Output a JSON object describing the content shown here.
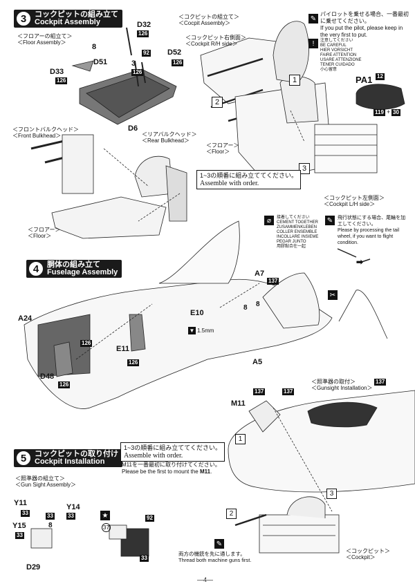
{
  "step3": {
    "num": "3",
    "title_jp": "コックピットの組み立て",
    "title_en": "Cockpit Assembly",
    "floor_jp": "＜フロアーの組立て＞",
    "floor_en": "＜Floor Assembly＞",
    "front_bulkhead_jp": "＜フロントバルクヘッド＞",
    "front_bulkhead_en": "＜Front Bulkhead＞",
    "rear_bulkhead_jp": "＜リアバルクヘッド＞",
    "rear_bulkhead_en": "＜Rear Bulkhead＞",
    "floor2_jp": "＜フロアー＞",
    "floor2_en": "＜Floor＞",
    "cockpit_assembly_jp": "＜コクピットの組立て＞",
    "cockpit_assembly_en": "＜Cocpit Assembly＞",
    "rh_side_jp": "＜コックピット右側面＞",
    "rh_side_en": "＜Cockpit R/H side＞",
    "floor3_jp": "＜フロアー＞",
    "floor3_en": "＜Floor＞",
    "lh_side_jp": "＜コックピット左側面＞",
    "lh_side_en": "＜Cockpit L/H side＞",
    "order_note_jp": "1~3の順番に組み立ててください。",
    "order_note_en": "Assemble with order.",
    "pilot_note_jp": "パイロットを乗せる場合、一番最初に乗せてください。",
    "pilot_note_en": "If you put the pilot, please keep in the very first to put.",
    "caution_lines": [
      "注意してください",
      "BE CAREFUL",
      "HIER VORSICHT",
      "FAIRE ATTENTION",
      "USARE ATTENZIONE",
      "TENER CUIDADO",
      "小心留意"
    ],
    "parts": {
      "d32": "D32",
      "d52": "D52",
      "d51": "D51",
      "d33": "D33",
      "d6": "D6",
      "p8": "8",
      "p3": "3",
      "pa1": "PA1"
    },
    "tags": {
      "t126a": "126",
      "t126b": "126",
      "t126c": "126",
      "t126d": "126",
      "t92": "92",
      "t12": "12",
      "t119": "119",
      "t30": "30",
      "plus": "+"
    },
    "seq": [
      "1",
      "2",
      "3"
    ]
  },
  "step4": {
    "num": "4",
    "title_jp": "胴体の組み立て",
    "title_en": "Fuselage Assembly",
    "cement_lines": [
      "接着してください",
      "CEMENT TOGETHER",
      "ZUSAMMENKLEBEN",
      "COLLER ENSEMBLE",
      "INCOLLARE INSIEME",
      "PEGAR JUNTO",
      "用膠黏合在一起"
    ],
    "tail_note_jp": "飛行状態にする場合、尾輪を加工してください。",
    "tail_note_en": "Please by processing the tail wheel, if you want to flight condition.",
    "parts": {
      "a7": "A7",
      "a24": "A24",
      "e10": "E10",
      "e11": "E11",
      "d48": "D48",
      "a5": "A5",
      "p8": "8",
      "p8b": "8"
    },
    "drill": "1.5mm",
    "tags": {
      "t137": "137",
      "t126a": "126",
      "t126b": "126",
      "t126c": "126"
    }
  },
  "step5": {
    "num": "5",
    "title_jp": "コックピットの取り付け",
    "title_en": "Cockpit Installation",
    "order_note_jp": "1~3の順番に組み立ててください。",
    "order_note_en": "Assemble with order.",
    "m11_note_jp": "M11を一番最初に取り付けてください。",
    "m11_note_en": "Please be the first to mount the ",
    "m11_note_part": "M11",
    "m11_note_end": ".",
    "gunsight_assembly_jp": "＜照準器の組立て＞",
    "gunsight_assembly_en": "＜Gun Sight Assembly＞",
    "gunsight_install_jp": "＜照準器の取付＞",
    "gunsight_install_en": "＜Gunsight Installation＞",
    "cockpit_jp": "＜コックピット＞",
    "cockpit_en": "＜Cockpit＞",
    "guns_note_jp": "両方の機銃を先に通します。",
    "guns_note_en": "Thread both machine guns first.",
    "parts": {
      "y11": "Y11",
      "y14": "Y14",
      "y15": "Y15",
      "d29": "D29",
      "m11": "M11",
      "p8": "8",
      "p37": "37"
    },
    "tags": {
      "t33a": "33",
      "t33b": "33",
      "t33c": "33",
      "t33d": "33",
      "t92": "92",
      "t33e": "33",
      "t137a": "137",
      "t137b": "137",
      "t137c": "137"
    },
    "seq": [
      "1",
      "2",
      "3"
    ]
  },
  "footer": {
    "page": "—4—"
  }
}
